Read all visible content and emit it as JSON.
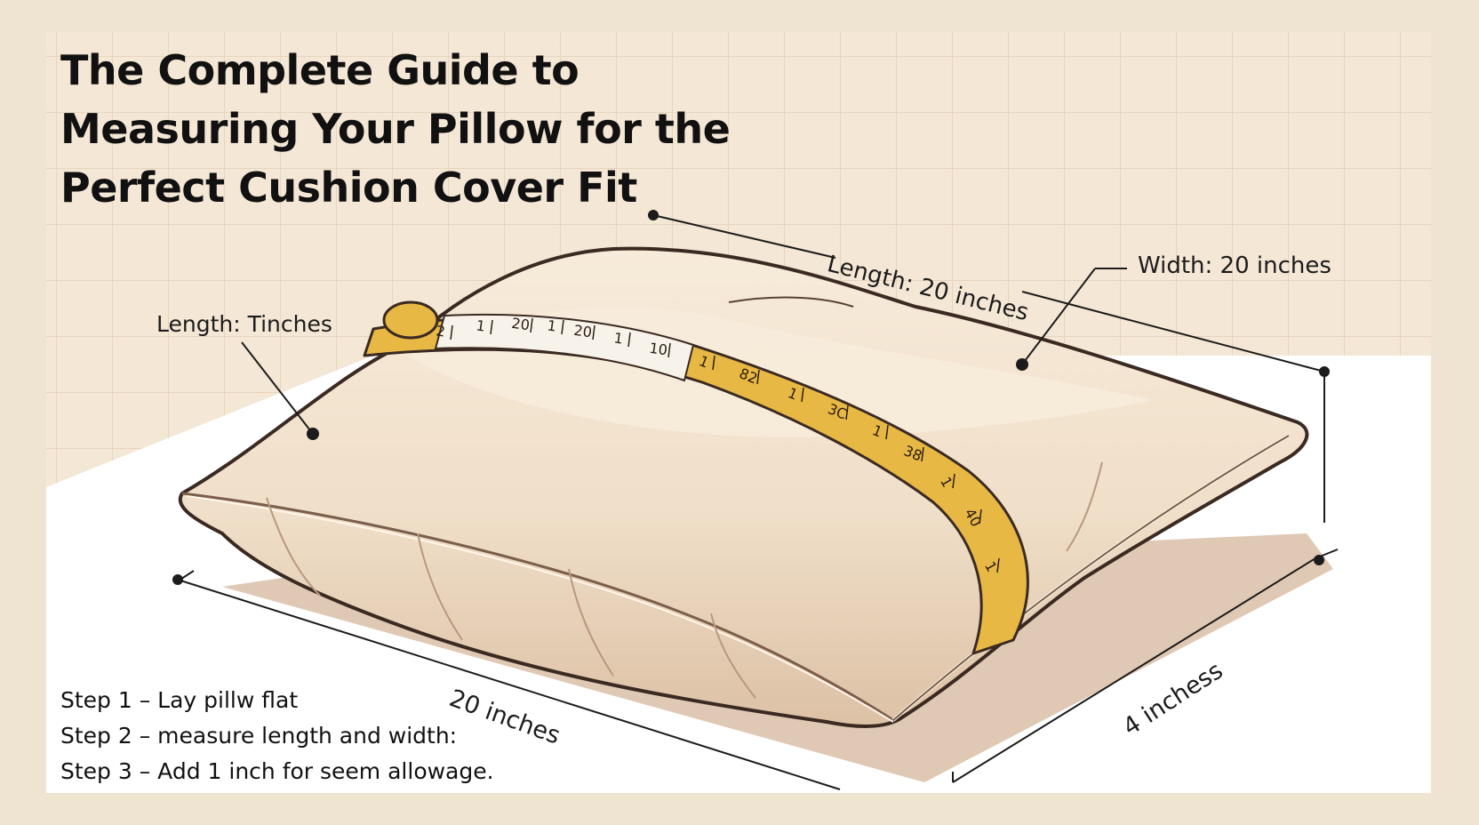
{
  "title_lines": [
    "The Complete Guide to",
    "Measuring Your Pillow for the",
    "Perfect Cushion Cover Fit"
  ],
  "labels": {
    "length_top": "Length: 20 inches",
    "width": "Width: 20 inches",
    "length_left": "Length: Tinches",
    "bottom_length": "20 inches",
    "depth": "4 inchess"
  },
  "steps": [
    "Step 1 – Lay pillw flat",
    "Step 2 – measure length and width:",
    "Step 3 – Add 1 inch for seem allowage."
  ],
  "tape_marks": [
    "2",
    "1",
    "20",
    "1",
    "20",
    "1",
    "10",
    "1",
    "82",
    "1",
    "3C",
    "1",
    "38",
    "1",
    "40",
    "1"
  ],
  "colors": {
    "background": "#efe3d1",
    "grid_panel": "#f4e7d5",
    "floor": "#ffffff",
    "pillow_light": "#f3e4d0",
    "pillow_shadow": "#d8bca2",
    "tape_yellow": "#e8b845",
    "tape_white": "#f7f3ea",
    "ink": "#1c1c1c"
  }
}
